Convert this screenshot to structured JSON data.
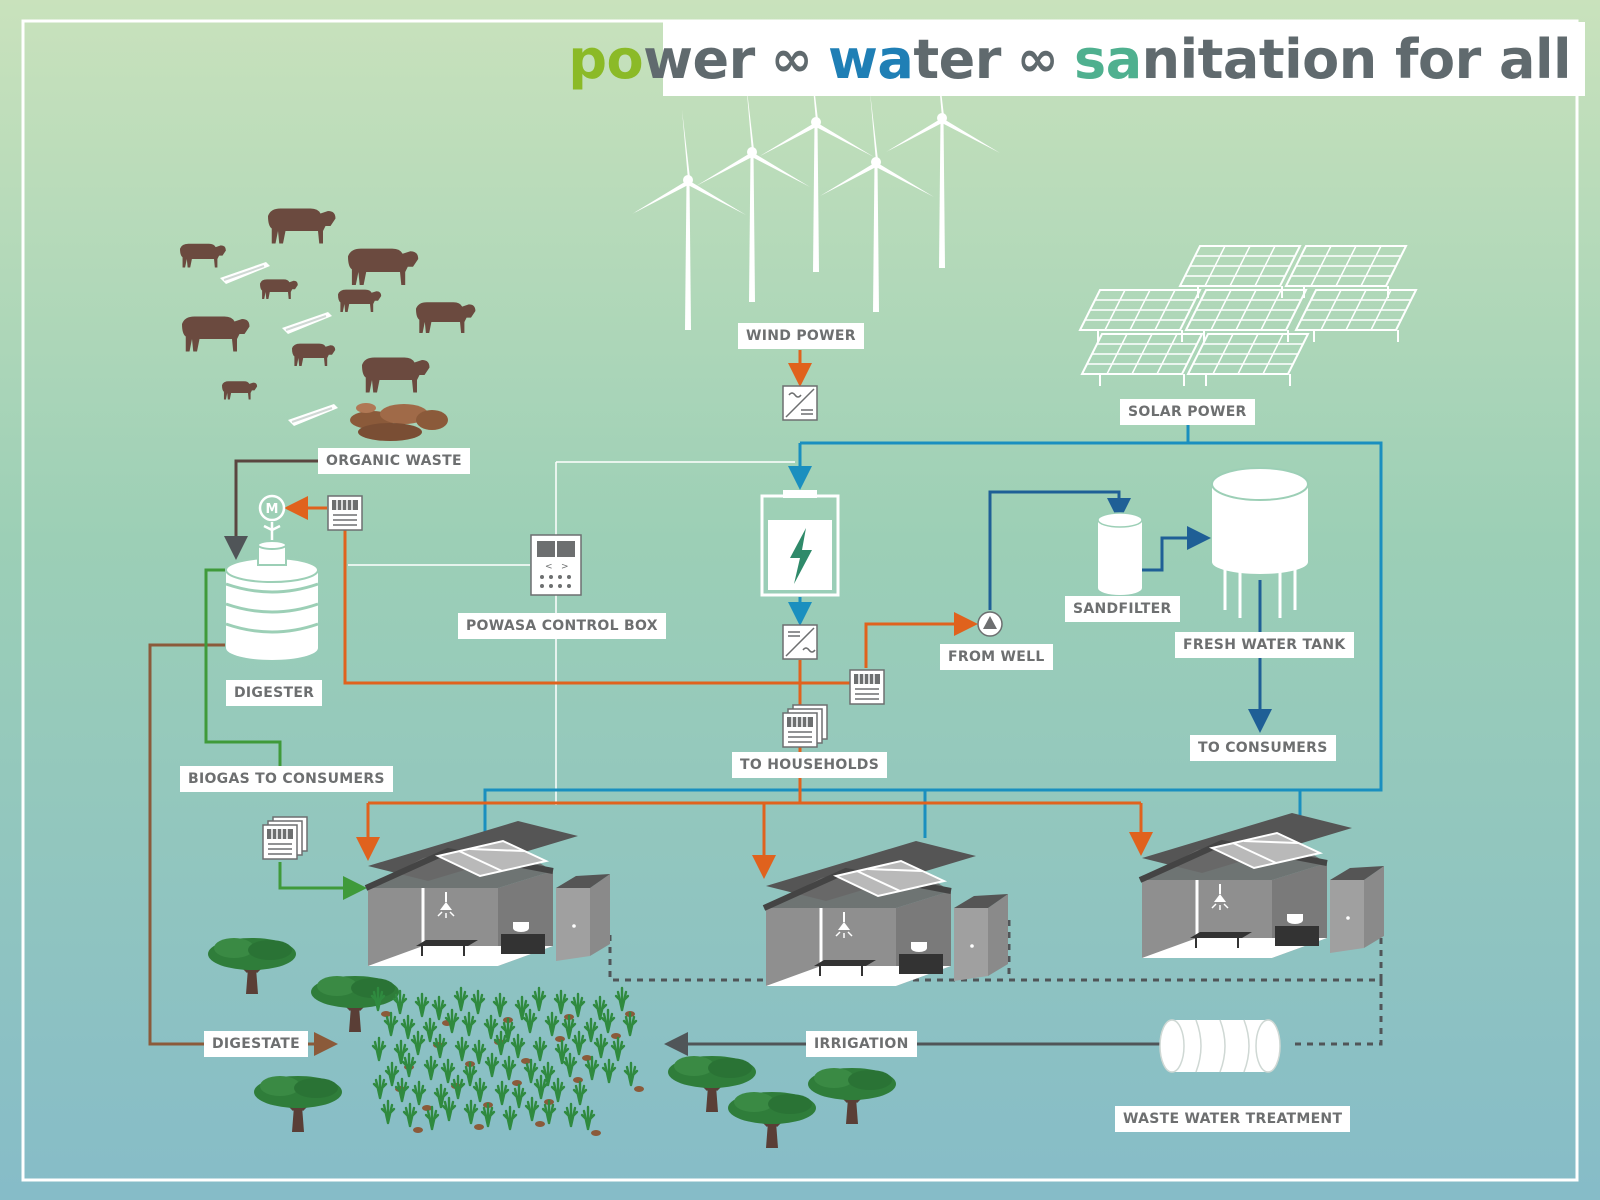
{
  "title": {
    "power_hl": "po",
    "power_rest": "wer",
    "water_hl": "wa",
    "water_rest": "ter",
    "sanitation_hl": "sa",
    "sanitation_rest": "nitation for all",
    "separator_icon": "infinity-icon",
    "colors": {
      "power": "#8bba27",
      "water": "#1f7fb5",
      "sanitation": "#4fb08f",
      "rest": "#606a6e"
    }
  },
  "labels": {
    "wind_power": "WIND POWER",
    "solar_power": "SOLAR POWER",
    "organic_waste": "ORGANIC WASTE",
    "digester": "DIGESTER",
    "powasa_control_box": "POWASA CONTROL BOX",
    "from_well": "FROM WELL",
    "sandfilter": "SANDFILTER",
    "fresh_water_tank": "FRESH WATER TANK",
    "to_consumers": "TO CONSUMERS",
    "to_households": "TO HOUSEHOLDS",
    "biogas_to_consumers": "BIOGAS TO CONSUMERS",
    "digestate": "DIGESTATE",
    "irrigation": "IRRIGATION",
    "waste_water_treatment": "WASTE WATER TREATMENT"
  },
  "colors": {
    "electricity": "#e0621d",
    "solar_line": "#1a8fbf",
    "water_line": "#1f5f96",
    "biogas_line": "#3f9a3a",
    "digestate_line": "#8b5a3a",
    "waste_line": "#505558",
    "control_line": "#ffffff",
    "cattle": "#6b4a3f",
    "tree": "#2f7d3a",
    "house": "#8f8f8f"
  },
  "icons": [
    "wind-turbine-icon",
    "solar-panel-icon",
    "cow-icon",
    "feed-trough-icon",
    "manure-pile-icon",
    "inverter-icon",
    "battery-icon",
    "control-box-icon",
    "meter-icon",
    "biogas-digester-icon",
    "pump-icon",
    "sandfilter-icon",
    "water-tank-icon",
    "house-icon",
    "toilet-cabin-icon",
    "tree-icon",
    "crop-icon",
    "waste-water-tank-icon"
  ]
}
